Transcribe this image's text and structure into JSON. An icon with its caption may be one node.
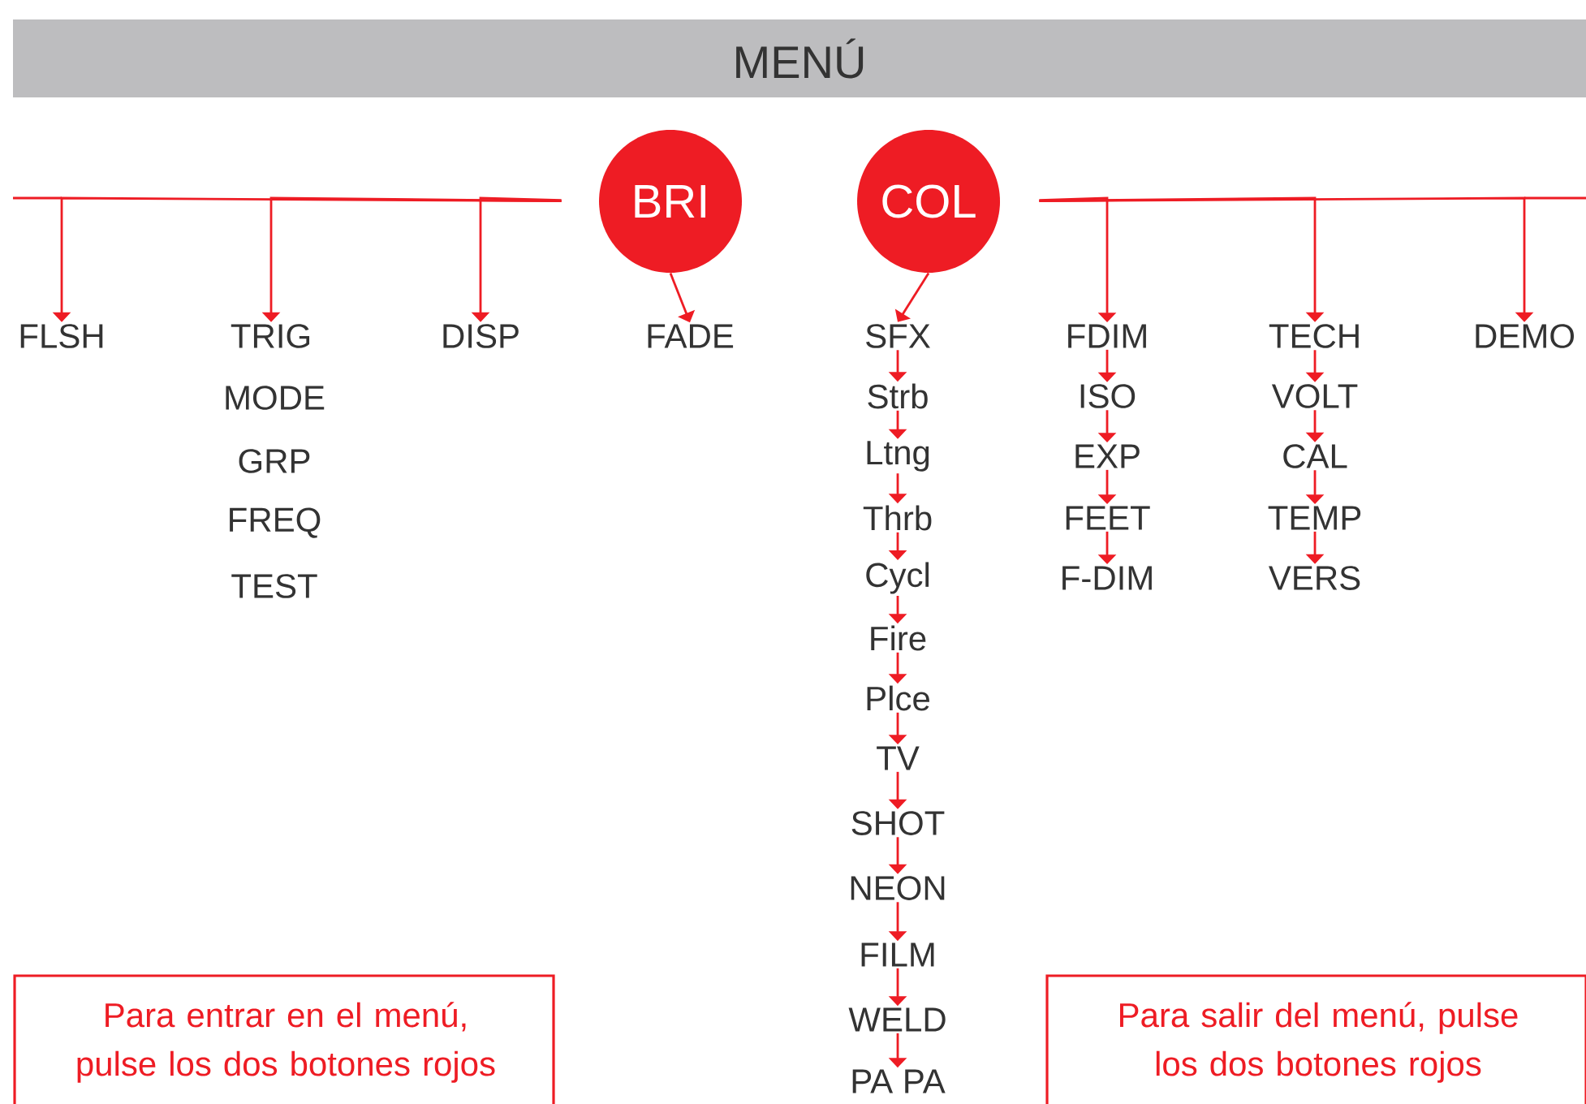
{
  "diagram": {
    "title": "MENÚ",
    "nodes": [
      {
        "text": [
          "BRI"
        ]
      },
      {
        "text": [
          "COL"
        ]
      },
      {
        "text": [
          "FLSH"
        ]
      },
      {
        "text": [
          "TRIG"
        ]
      },
      {
        "text": [
          "DISP"
        ]
      },
      {
        "text": [
          "FADE"
        ]
      },
      {
        "text": [
          "SFX"
        ]
      },
      {
        "text": [
          "Strb"
        ]
      },
      {
        "text": [
          "Ltng"
        ]
      },
      {
        "text": [
          "Thrb"
        ]
      },
      {
        "text": [
          "Cycl"
        ]
      },
      {
        "text": [
          "Fire"
        ]
      },
      {
        "text": [
          "Plce"
        ]
      },
      {
        "text": [
          "TV"
        ]
      },
      {
        "text": [
          "SHOT"
        ]
      },
      {
        "text": [
          "NEON"
        ]
      },
      {
        "text": [
          "FILM"
        ]
      },
      {
        "text": [
          "WELD"
        ]
      },
      {
        "text": [
          "PA PA"
        ]
      },
      {
        "text": [
          "FDIM"
        ]
      },
      {
        "text": [
          "ISO"
        ]
      },
      {
        "text": [
          "EXP"
        ]
      },
      {
        "text": [
          "FEET"
        ]
      },
      {
        "text": [
          "F-DIM"
        ]
      },
      {
        "text": [
          "TECH"
        ]
      },
      {
        "text": [
          "VOLT"
        ]
      },
      {
        "text": [
          "CAL"
        ]
      },
      {
        "text": [
          "TEMP"
        ]
      },
      {
        "text": [
          "VERS"
        ]
      },
      {
        "text": [
          "DEMO"
        ]
      },
      {
        "text": [
          "Para entrar en el menú, pulse los dos botones rojos"
        ]
      },
      {
        "text": [
          "Para salir del menú, pulse los dos botones rojos"
        ]
      }
    ],
    "edges": [
      {
        "from": 0,
        "to": 2,
        "arrow": "to"
      },
      {
        "from": 0,
        "to": 3,
        "arrow": "to"
      },
      {
        "from": 0,
        "to": 4,
        "arrow": "to"
      },
      {
        "from": 0,
        "to": 5,
        "arrow": "to"
      },
      {
        "from": 1,
        "to": 6,
        "arrow": "to"
      },
      {
        "from": 6,
        "to": 7,
        "arrow": "to"
      },
      {
        "from": 7,
        "to": 8,
        "arrow": "to"
      },
      {
        "from": 8,
        "to": 9,
        "arrow": "to"
      },
      {
        "from": 9,
        "to": 10,
        "arrow": "to"
      },
      {
        "from": 10,
        "to": 11,
        "arrow": "to"
      },
      {
        "from": 11,
        "to": 12,
        "arrow": "to"
      },
      {
        "from": 12,
        "to": 13,
        "arrow": "to"
      },
      {
        "from": 13,
        "to": 14,
        "arrow": "to"
      },
      {
        "from": 14,
        "to": 15,
        "arrow": "to"
      },
      {
        "from": 15,
        "to": 16,
        "arrow": "to"
      },
      {
        "from": 16,
        "to": 17,
        "arrow": "to"
      },
      {
        "from": 17,
        "to": 18,
        "arrow": "to"
      },
      {
        "from": 1,
        "to": 19,
        "arrow": "to"
      },
      {
        "from": 1,
        "to": 24,
        "arrow": "to"
      },
      {
        "from": 1,
        "to": 29,
        "arrow": "to"
      },
      {
        "from": 19,
        "to": 20,
        "arrow": "to"
      },
      {
        "from": 20,
        "to": 21,
        "arrow": "to"
      },
      {
        "from": 21,
        "to": 22,
        "arrow": "to"
      },
      {
        "from": 22,
        "to": 23,
        "arrow": "to"
      },
      {
        "from": 24,
        "to": 25,
        "arrow": "to"
      },
      {
        "from": 25,
        "to": 26,
        "arrow": "to"
      },
      {
        "from": 26,
        "to": 27,
        "arrow": "to"
      },
      {
        "from": 27,
        "to": 28,
        "arrow": "to"
      }
    ],
    "labels": [
      "MODE",
      "GRP",
      "FREQ",
      "TEST"
    ]
  }
}
